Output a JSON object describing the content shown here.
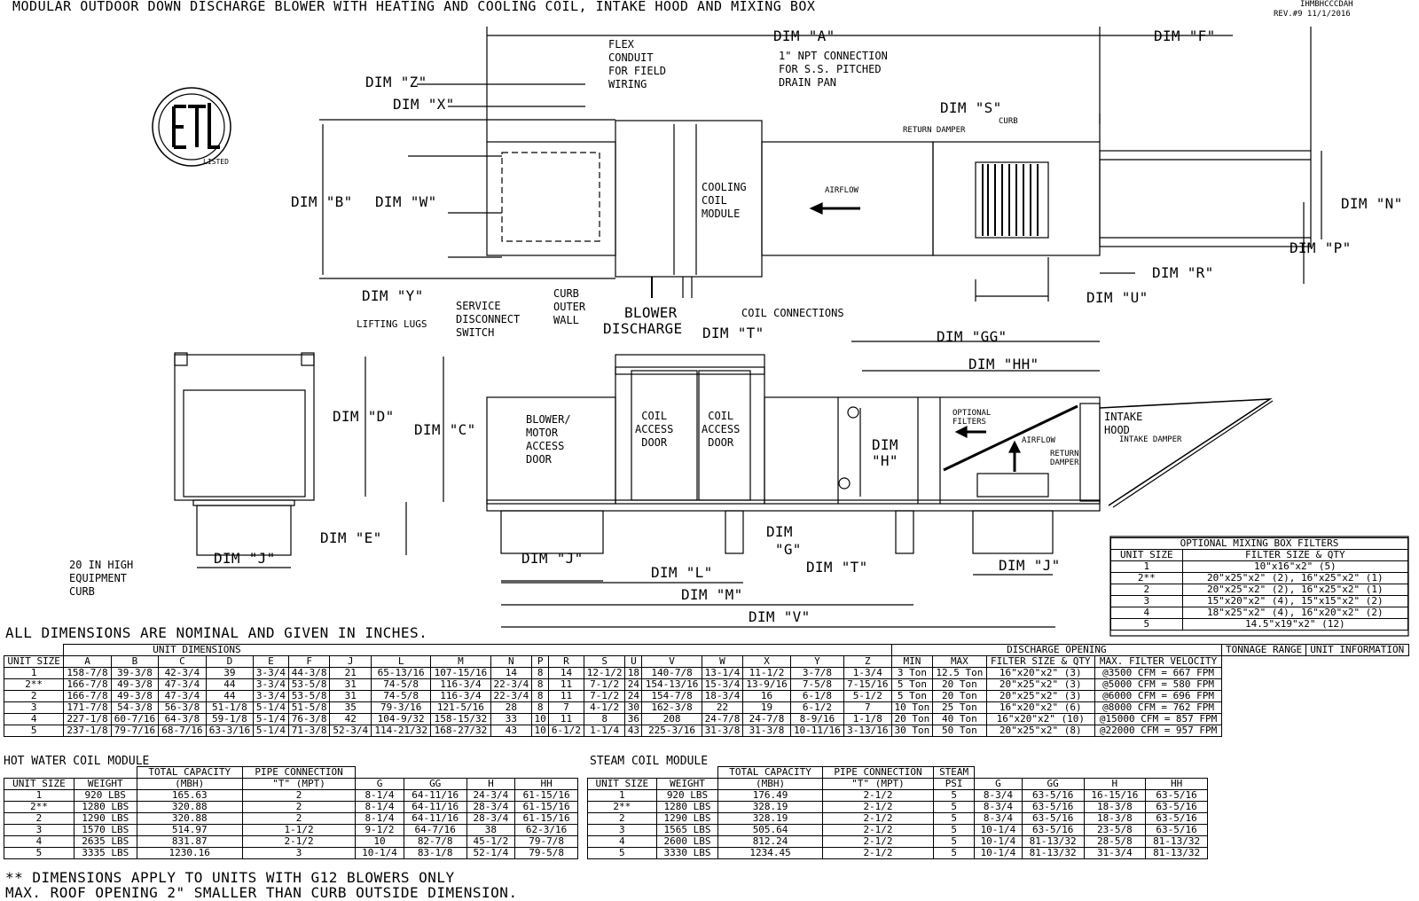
{
  "title": "MODULAR OUTDOOR DOWN DISCHARGE BLOWER WITH HEATING AND COOLING COIL, INTAKE HOOD AND MIXING BOX",
  "doc_code": "IHMBHCCCDAH",
  "revision": "REV.#9   11/1/2016",
  "etl_text": "ETL",
  "etl_listed": "LISTED",
  "labels": {
    "dim_a": "DIM \"A\"",
    "dim_f": "DIM \"F\"",
    "dim_z": "DIM \"Z\"",
    "dim_x": "DIM \"X\"",
    "dim_b": "DIM \"B\"",
    "dim_w": "DIM \"W\"",
    "dim_y": "DIM \"Y\"",
    "dim_s": "DIM \"S\"",
    "dim_n": "DIM \"N\"",
    "dim_p": "DIM \"P\"",
    "dim_r": "DIM \"R\"",
    "dim_u": "DIM \"U\"",
    "dim_t": "DIM \"T\"",
    "dim_gg": "DIM \"GG\"",
    "dim_hh": "DIM \"HH\"",
    "dim_d": "DIM \"D\"",
    "dim_c": "DIM \"C\"",
    "dim_e": "DIM \"E\"",
    "dim_j": "DIM \"J\"",
    "dim_l": "DIM \"L\"",
    "dim_m": "DIM \"M\"",
    "dim_v": "DIM \"V\"",
    "dim_g": "DIM \"G\"",
    "dim_h": "DIM \"H\"",
    "flex_conduit": [
      "FLEX",
      "CONDUIT",
      "FOR FIELD",
      "WIRING"
    ],
    "npt": [
      "1\" NPT CONNECTION",
      "FOR S.S. PITCHED",
      "DRAIN PAN"
    ],
    "cooling_coil": [
      "COOLING",
      "COIL",
      "MODULE"
    ],
    "airflow": "AIRFLOW",
    "return_damper": "RETURN DAMPER",
    "curb": "CURB",
    "curb_outer": [
      "CURB",
      "OUTER",
      "WALL"
    ],
    "blower_discharge": [
      "BLOWER",
      "DISCHARGE"
    ],
    "coil_connections": "COIL CONNECTIONS",
    "service_disconnect": [
      "SERVICE",
      "DISCONNECT",
      "SWITCH"
    ],
    "lifting_lugs": "LIFTING LUGS",
    "blower_access": [
      "BLOWER/",
      "MOTOR",
      "ACCESS",
      "DOOR"
    ],
    "coil_access": [
      "COIL",
      "ACCESS",
      "DOOR"
    ],
    "optional_filters": [
      "OPTIONAL",
      "FILTERS"
    ],
    "intake_hood": [
      "INTAKE",
      "HOOD"
    ],
    "intake_damper": "INTAKE DAMPER",
    "return_damper2": [
      "RETURN",
      "DAMPER"
    ],
    "equipment_curb": [
      "20 IN HIGH",
      "EQUIPMENT",
      "CURB"
    ]
  },
  "all_dims_note": "ALL DIMENSIONS ARE NOMINAL AND GIVEN IN INCHES.",
  "mixing_box_filters": {
    "title": "OPTIONAL MIXING BOX FILTERS",
    "headers": [
      "UNIT SIZE",
      "FILTER SIZE & QTY"
    ],
    "rows": [
      [
        "1",
        "10\"x16\"x2\" (5)"
      ],
      [
        "2**",
        "20\"x25\"x2\" (2), 16\"x25\"x2\" (1)"
      ],
      [
        "2",
        "20\"x25\"x2\" (2), 16\"x25\"x2\" (1)"
      ],
      [
        "3",
        "15\"x20\"x2\" (4), 15\"x15\"x2\" (2)"
      ],
      [
        "4",
        "18\"x25\"x2\" (4), 16\"x20\"x2\" (2)"
      ],
      [
        "5",
        "14.5\"x19\"x2\" (12)"
      ]
    ]
  },
  "unit_table": {
    "group_headers": [
      "UNIT DIMENSIONS",
      "DISCHARGE OPENING",
      "TONNAGE RANGE",
      "UNIT INFORMATION"
    ],
    "headers": [
      "UNIT SIZE",
      "A",
      "B",
      "C",
      "D",
      "E",
      "F",
      "J",
      "L",
      "M",
      "N",
      "P",
      "R",
      "S",
      "U",
      "V",
      "W",
      "X",
      "Y",
      "Z",
      "MIN",
      "MAX",
      "FILTER SIZE & QTY",
      "MAX. FILTER VELOCITY"
    ],
    "rows": [
      [
        "1",
        "158-7/8",
        "39-3/8",
        "42-3/4",
        "39",
        "3-3/4",
        "44-3/8",
        "21",
        "65-13/16",
        "107-15/16",
        "14",
        "8",
        "14",
        "12-1/2",
        "18",
        "140-7/8",
        "13-1/4",
        "11-1/2",
        "3-7/8",
        "1-3/4",
        "3 Ton",
        "12.5 Ton",
        "16\"x20\"x2\" (3)",
        "@3500 CFM = 667 FPM"
      ],
      [
        "2**",
        "166-7/8",
        "49-3/8",
        "47-3/4",
        "44",
        "3-3/4",
        "53-5/8",
        "31",
        "74-5/8",
        "116-3/4",
        "22-3/4",
        "8",
        "11",
        "7-1/2",
        "24",
        "154-13/16",
        "15-3/4",
        "13-9/16",
        "7-5/8",
        "7-15/16",
        "5 Ton",
        "20 Ton",
        "20\"x25\"x2\" (3)",
        "@5000 CFM = 580 FPM"
      ],
      [
        "2",
        "166-7/8",
        "49-3/8",
        "47-3/4",
        "44",
        "3-3/4",
        "53-5/8",
        "31",
        "74-5/8",
        "116-3/4",
        "22-3/4",
        "8",
        "11",
        "7-1/2",
        "24",
        "154-7/8",
        "18-3/4",
        "16",
        "6-1/8",
        "5-1/2",
        "5 Ton",
        "20 Ton",
        "20\"x25\"x2\" (3)",
        "@6000 CFM = 696 FPM"
      ],
      [
        "3",
        "171-7/8",
        "54-3/8",
        "56-3/8",
        "51-1/8",
        "5-1/4",
        "51-5/8",
        "35",
        "79-3/16",
        "121-5/16",
        "28",
        "8",
        "7",
        "4-1/2",
        "30",
        "162-3/8",
        "22",
        "19",
        "6-1/2",
        "7",
        "10 Ton",
        "25 Ton",
        "16\"x20\"x2\" (6)",
        "@8000 CFM = 762 FPM"
      ],
      [
        "4",
        "227-1/8",
        "60-7/16",
        "64-3/8",
        "59-1/8",
        "5-1/4",
        "76-3/8",
        "42",
        "104-9/32",
        "158-15/32",
        "33",
        "10",
        "11",
        "8",
        "36",
        "208",
        "24-7/8",
        "24-7/8",
        "8-9/16",
        "1-1/8",
        "20 Ton",
        "40 Ton",
        "16\"x20\"x2\" (10)",
        "@15000 CFM = 857 FPM"
      ],
      [
        "5",
        "237-1/8",
        "79-7/16",
        "68-7/16",
        "63-3/16",
        "5-1/4",
        "71-3/8",
        "52-3/4",
        "114-21/32",
        "168-27/32",
        "43",
        "10",
        "6-1/2",
        "1-1/4",
        "43",
        "225-3/16",
        "31-3/8",
        "31-3/8",
        "10-11/16",
        "3-13/16",
        "30 Ton",
        "50 Ton",
        "20\"x25\"x2\" (8)",
        "@22000 CFM = 957 FPM"
      ]
    ]
  },
  "hot_water": {
    "title": "HOT WATER COIL MODULE",
    "group_headers": [
      "TOTAL CAPACITY",
      "PIPE CONNECTION"
    ],
    "headers": [
      "UNIT SIZE",
      "WEIGHT",
      "(MBH)",
      "\"T\" (MPT)",
      "G",
      "GG",
      "H",
      "HH"
    ],
    "rows": [
      [
        "1",
        "920 LBS",
        "165.63",
        "2",
        "8-1/4",
        "64-11/16",
        "24-3/4",
        "61-15/16"
      ],
      [
        "2**",
        "1280 LBS",
        "320.88",
        "2",
        "8-1/4",
        "64-11/16",
        "28-3/4",
        "61-15/16"
      ],
      [
        "2",
        "1290 LBS",
        "320.88",
        "2",
        "8-1/4",
        "64-11/16",
        "28-3/4",
        "61-15/16"
      ],
      [
        "3",
        "1570 LBS",
        "514.97",
        "1-1/2",
        "9-1/2",
        "64-7/16",
        "38",
        "62-3/16"
      ],
      [
        "4",
        "2635 LBS",
        "831.87",
        "2-1/2",
        "10",
        "82-7/8",
        "45-1/2",
        "79-7/8"
      ],
      [
        "5",
        "3335 LBS",
        "1230.16",
        "3",
        "10-1/4",
        "83-1/8",
        "52-1/4",
        "79-5/8"
      ]
    ]
  },
  "steam": {
    "title": "STEAM COIL MODULE",
    "group_headers": [
      "TOTAL CAPACITY",
      "PIPE CONNECTION",
      "STEAM"
    ],
    "headers": [
      "UNIT SIZE",
      "WEIGHT",
      "(MBH)",
      "\"T\" (MPT)",
      "PSI",
      "G",
      "GG",
      "H",
      "HH"
    ],
    "rows": [
      [
        "1",
        "920 LBS",
        "176.49",
        "2-1/2",
        "5",
        "8-3/4",
        "63-5/16",
        "16-15/16",
        "63-5/16"
      ],
      [
        "2**",
        "1280 LBS",
        "328.19",
        "2-1/2",
        "5",
        "8-3/4",
        "63-5/16",
        "18-3/8",
        "63-5/16"
      ],
      [
        "2",
        "1290 LBS",
        "328.19",
        "2-1/2",
        "5",
        "8-3/4",
        "63-5/16",
        "18-3/8",
        "63-5/16"
      ],
      [
        "3",
        "1565 LBS",
        "505.64",
        "2-1/2",
        "5",
        "10-1/4",
        "63-5/16",
        "23-5/8",
        "63-5/16"
      ],
      [
        "4",
        "2600 LBS",
        "812.24",
        "2-1/2",
        "5",
        "10-1/4",
        "81-13/32",
        "28-5/8",
        "81-13/32"
      ],
      [
        "5",
        "3330 LBS",
        "1234.45",
        "2-1/2",
        "5",
        "10-1/4",
        "81-13/32",
        "31-3/4",
        "81-13/32"
      ]
    ]
  },
  "footnotes": [
    "** DIMENSIONS APPLY TO UNITS WITH G12 BLOWERS ONLY",
    "MAX. ROOF OPENING 2\" SMALLER THAN CURB OUTSIDE DIMENSION."
  ]
}
